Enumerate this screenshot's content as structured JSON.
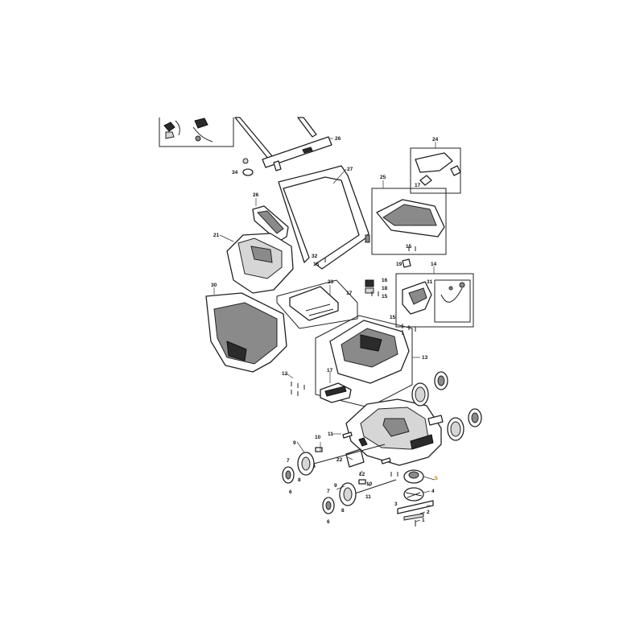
{
  "diagram": {
    "highlight_color": "#e8a600",
    "highlighted_part": "5",
    "callouts": {
      "c1": "1",
      "c2": "2",
      "c3": "3",
      "c4": "4",
      "c5": "5",
      "c6a": "6",
      "c6b": "6",
      "c7a": "7",
      "c7b": "7",
      "c8a": "8",
      "c8b": "8",
      "c9a": "9",
      "c9b": "9",
      "c10a": "10",
      "c10b": "10",
      "c11a": "11",
      "c11b": "11",
      "c12a": "12",
      "c12b": "12",
      "c13": "13",
      "c14": "14",
      "c15a": "15",
      "c15b": "15",
      "c15c": "15",
      "c15d": "15",
      "c16": "16",
      "c17a": "17",
      "c17b": "17",
      "c17c": "17",
      "c18": "18",
      "c19": "19",
      "c21": "21",
      "c22": "22",
      "c23": "23",
      "c24": "24",
      "c25": "25",
      "c26a": "26",
      "c26b": "26",
      "c27": "27",
      "c30": "30",
      "c31": "31",
      "c32": "32",
      "c34": "34"
    }
  }
}
